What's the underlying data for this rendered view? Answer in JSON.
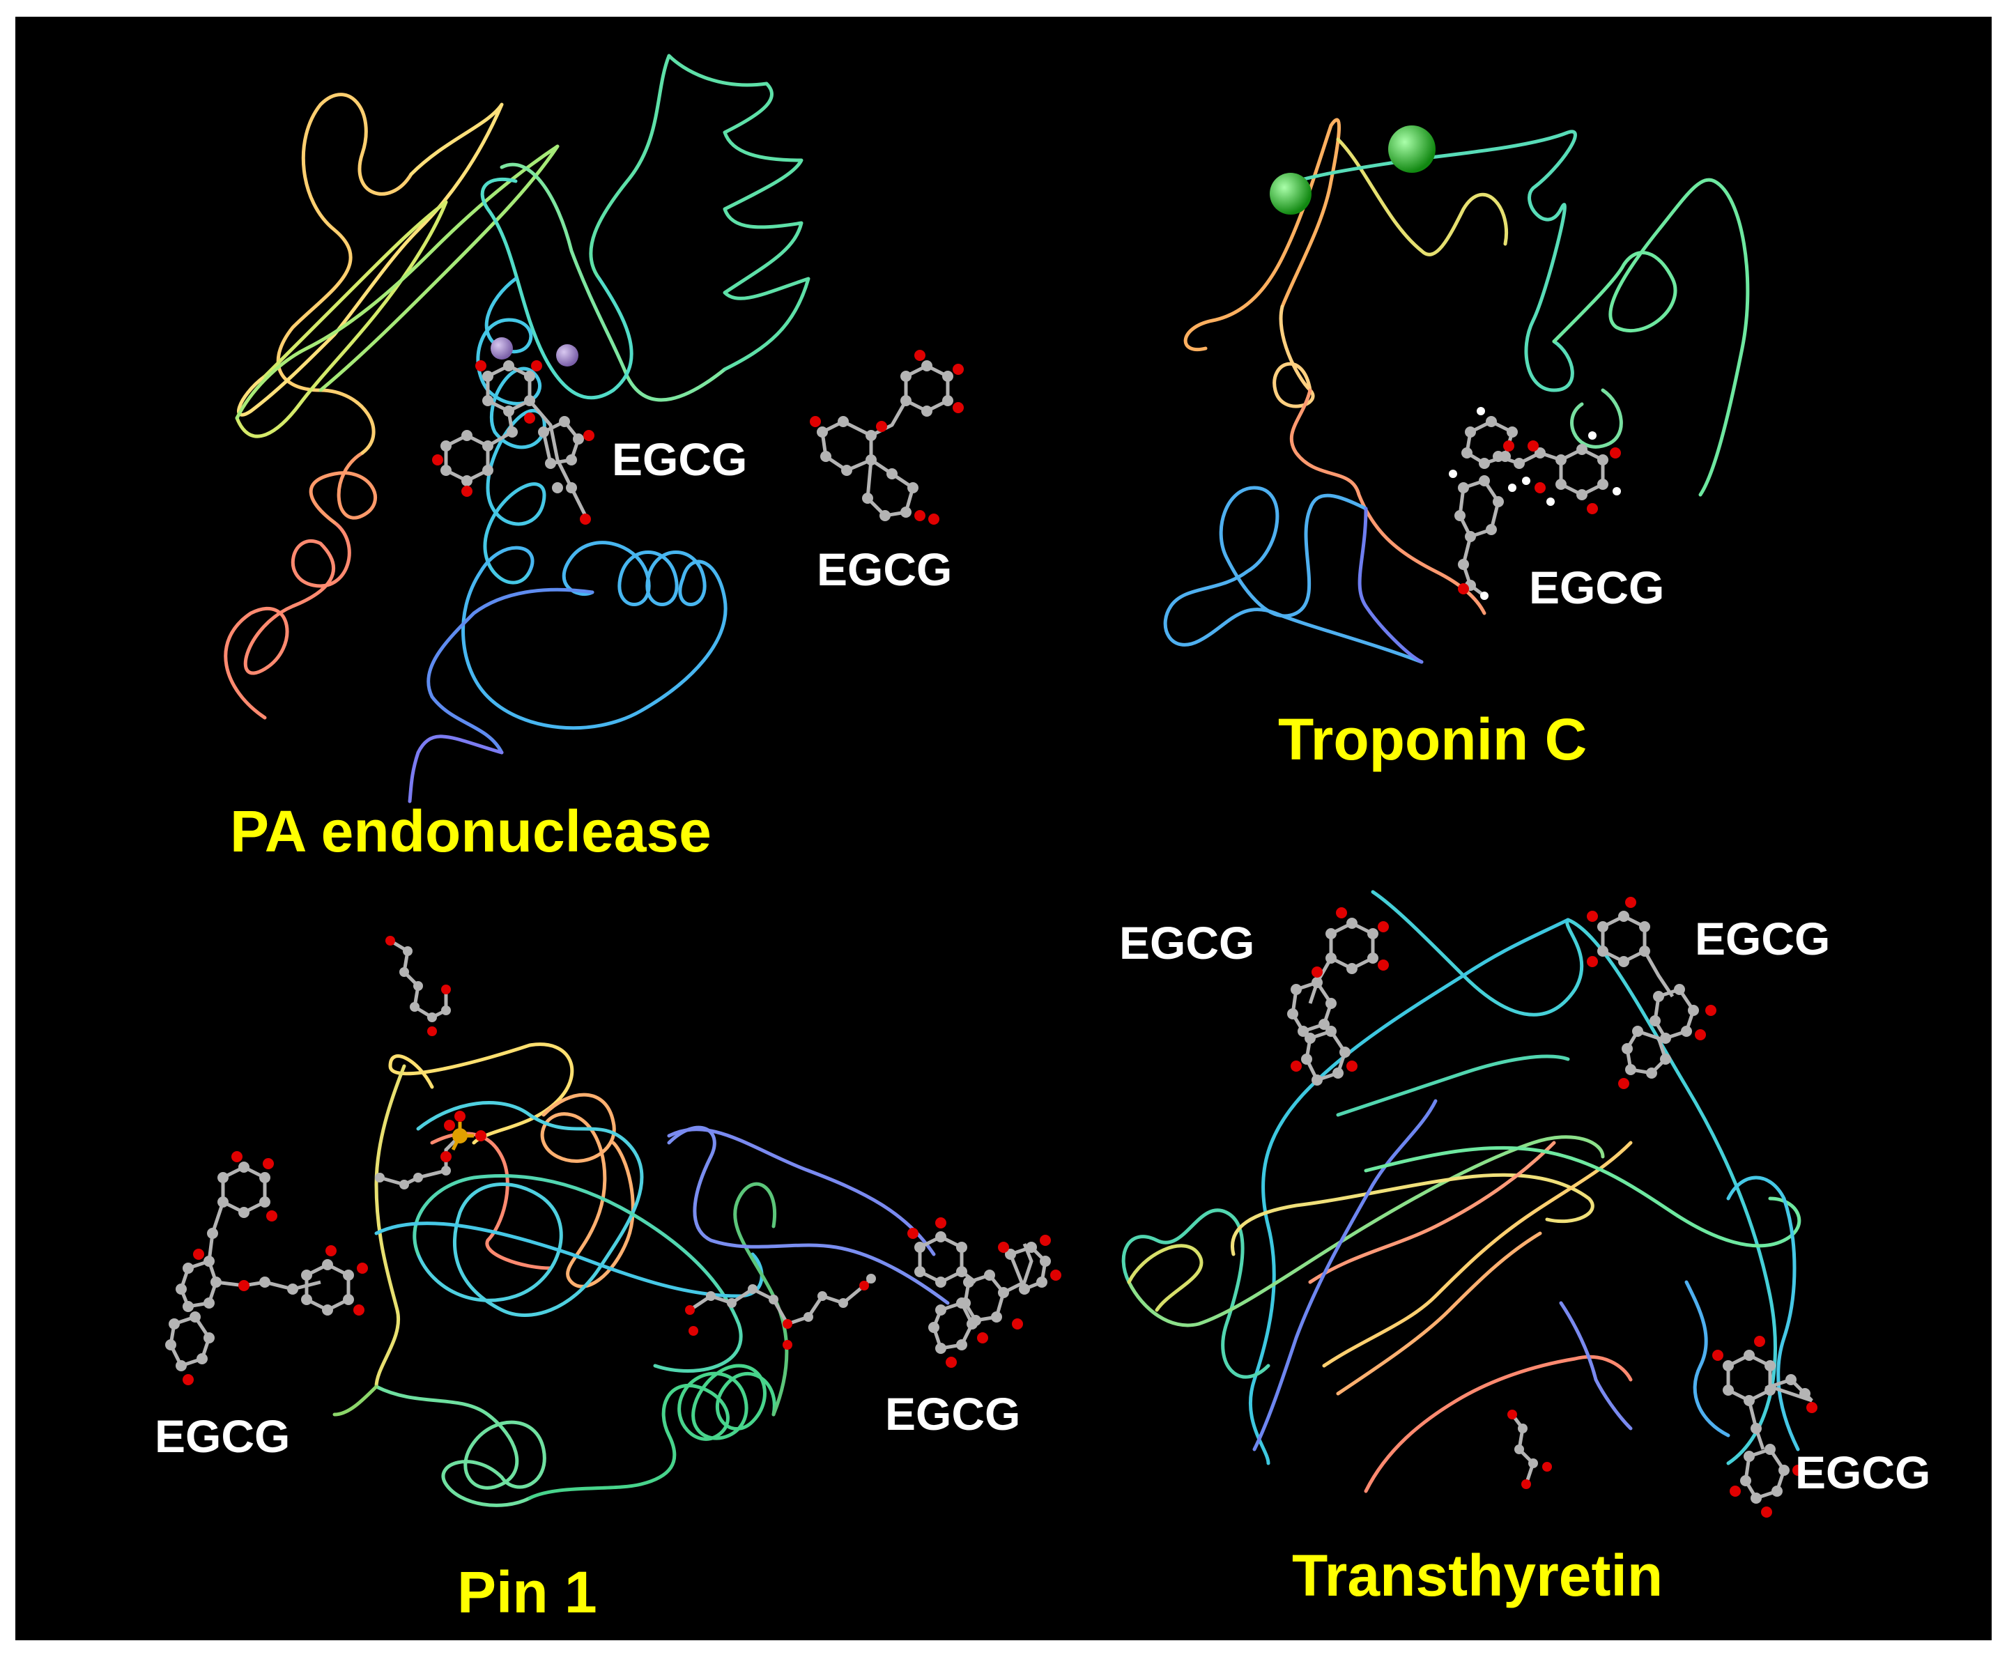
{
  "colors": {
    "background": "#000000",
    "protein_label": "#ffff00",
    "ligand_label": "#ffffff",
    "carbon_atom": "#b4b4b4",
    "oxygen_atom": "#e00000",
    "metal_ion_mn": "#9a7fc0",
    "metal_ion_ca": "#22cc22",
    "phosphorus_atom": "#e0a000"
  },
  "panels": [
    {
      "protein": "PA endonuclease",
      "ligands": [
        "EGCG",
        "EGCG"
      ],
      "ions": "metal-ion-purple"
    },
    {
      "protein": "Troponin C",
      "ligands": [
        "EGCG"
      ],
      "ions": "metal-ion-green"
    },
    {
      "protein": "Pin 1",
      "ligands": [
        "EGCG",
        "EGCG"
      ],
      "ions": "phosphate-orange"
    },
    {
      "protein": "Transthyretin",
      "ligands": [
        "EGCG",
        "EGCG",
        "EGCG"
      ],
      "ions": ""
    }
  ]
}
